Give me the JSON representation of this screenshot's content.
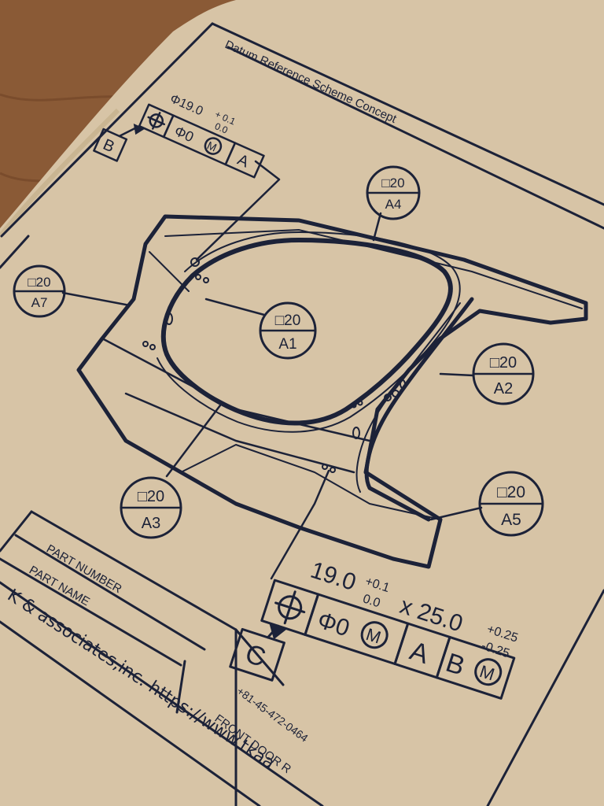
{
  "colors": {
    "table": "#8a5a36",
    "fabric": "#d7c4a6",
    "ink": "#1c2238",
    "plastic": "#e6e6ea"
  },
  "drawing": {
    "title": "Datum Reference Scheme Concept",
    "top_fcf": {
      "dimension": "Φ19.0",
      "tol_plus": "+ 0.1",
      "tol_minus": "0.0",
      "tolerance": "Φ0",
      "modifier": "M",
      "datum_ref": "A",
      "datum_label": "B"
    },
    "datum_targets": [
      {
        "id": "A1",
        "tol": "□20"
      },
      {
        "id": "A2",
        "tol": "□20"
      },
      {
        "id": "A3",
        "tol": "□20"
      },
      {
        "id": "A4",
        "tol": "□20"
      },
      {
        "id": "A5",
        "tol": "□20"
      },
      {
        "id": "A7",
        "tol": "□20"
      }
    ],
    "bottom_fcf": {
      "dimension": "19.0",
      "tol_plus": "+0.1",
      "tol_minus": "0.0",
      "times": "x 25.0",
      "tol2_plus": "+0.25",
      "tol2_minus": "-0.25",
      "tolerance": "Φ0",
      "modifier": "M",
      "datum_a": "A",
      "datum_b": "B",
      "datum_b_modifier": "M",
      "datum_label": "C"
    },
    "title_block": {
      "part_number_label": "PART NUMBER",
      "part_name_label": "PART NAME",
      "company": "K & associates,inc. https://www.tkaa",
      "phone": "+81-45-472-0464",
      "part_name_value": "FRONT DOOR R"
    }
  }
}
